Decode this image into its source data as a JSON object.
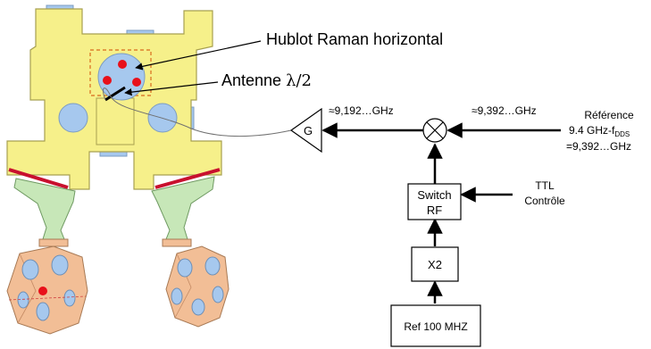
{
  "labels": {
    "hublot": "Hublot Raman horizontal",
    "antenne_text": "Antenne ",
    "antenne_lambda": "λ/2",
    "freq_out": "≈9,192…GHz",
    "freq_mix": "≈9,392…GHz",
    "reference_line1": "Référence",
    "reference_line2_a": "9.4 GHz-f",
    "reference_line2_sub": "DDS",
    "reference_line3": "=9,392…GHz",
    "amplifier": "G",
    "switch_line1": "Switch",
    "switch_line2": "RF",
    "ttl_line1": "TTL",
    "ttl_line2": "Contrôle",
    "doubler": "X2",
    "ref100": "Ref 100 MHZ"
  },
  "colors": {
    "chamber": "#F6F08A",
    "chamber_stroke": "#A8A050",
    "window": "#A6C8EE",
    "dark_red": "#C8102E",
    "dot_red": "#E8101A",
    "green_arm": "#C7E7B8",
    "orange_cell": "#F2BE96",
    "dashed_box": "#D86A1E",
    "line": "#000000"
  },
  "icons": {
    "mixer": "mixer-cross-circle-icon",
    "amplifier": "amplifier-triangle-icon"
  }
}
